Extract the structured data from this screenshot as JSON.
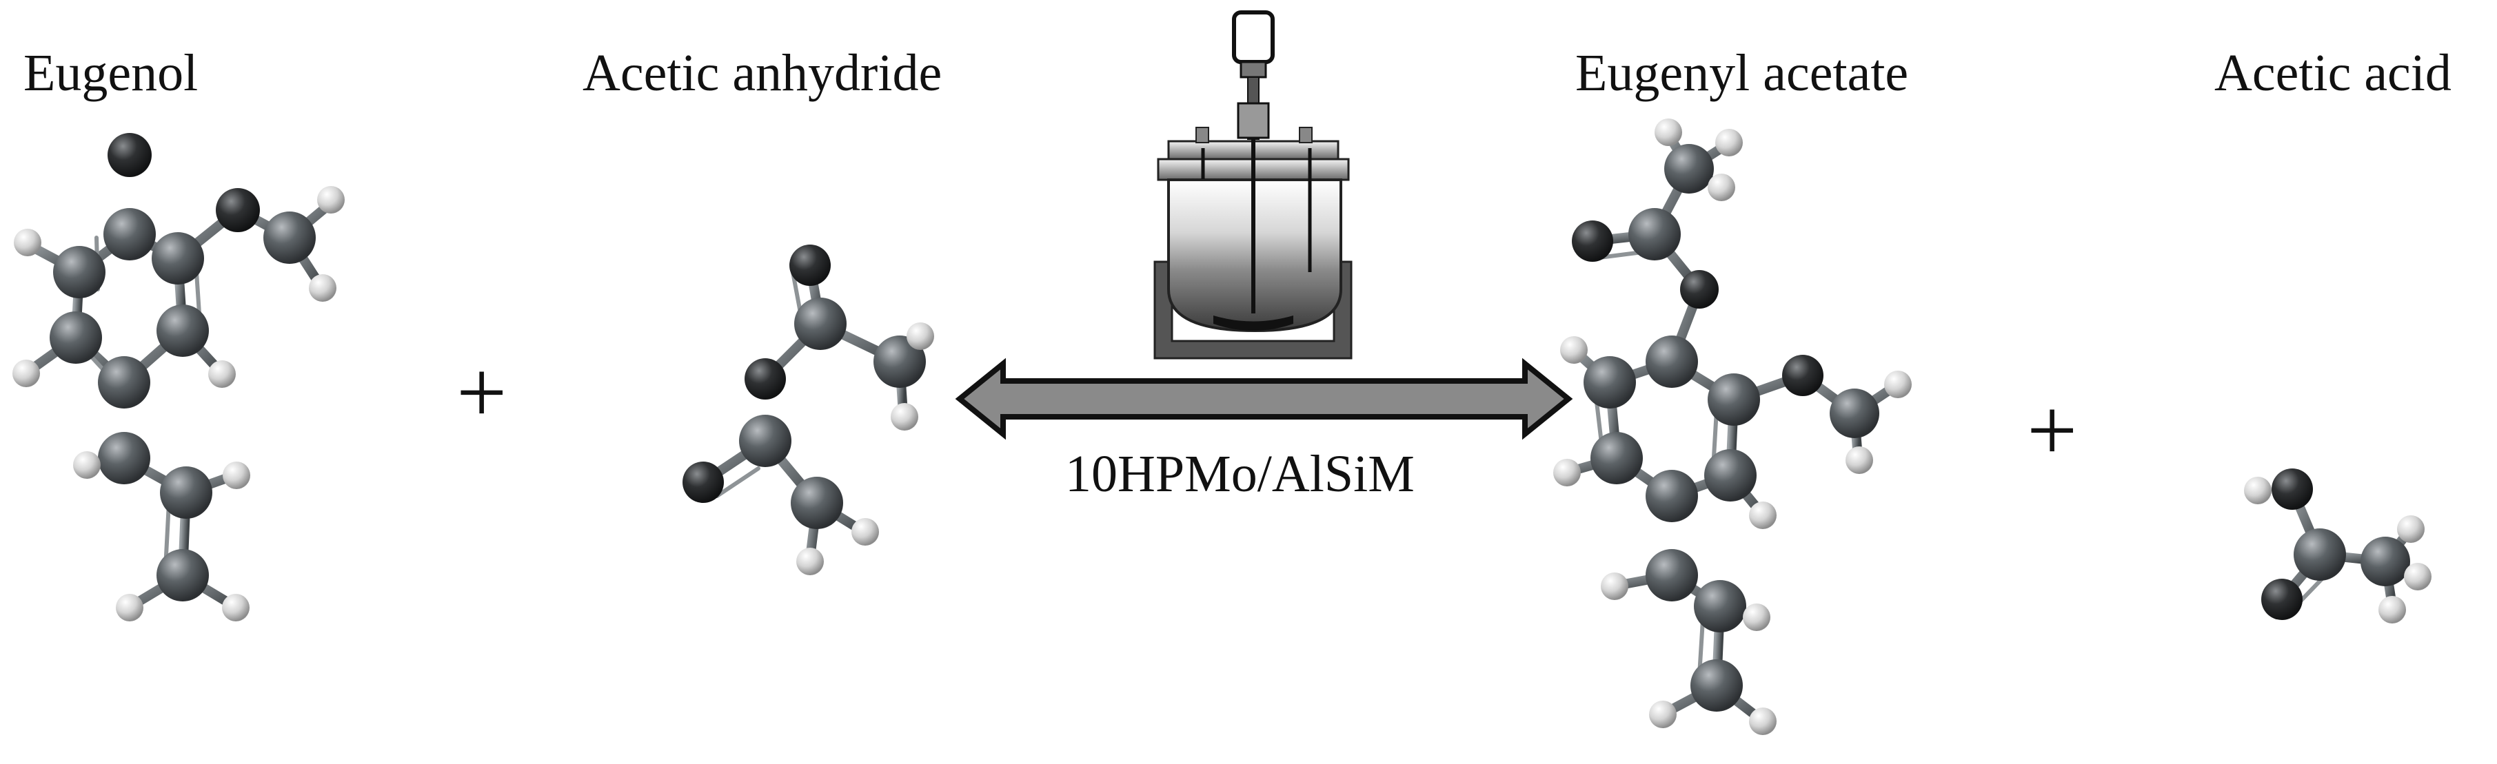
{
  "reactants": [
    {
      "name": "Eugenol"
    },
    {
      "name": "Acetic anhydride"
    }
  ],
  "products": [
    {
      "name": "Eugenyl acetate"
    },
    {
      "name": "Acetic acid"
    }
  ],
  "operators": {
    "plus_left": "+",
    "plus_right": "+"
  },
  "catalyst": "10HPMo/AlSiM",
  "arrow": {
    "type": "equilibrium-double-headed",
    "fill_color": "#8a8a8a"
  },
  "atom_colors": {
    "carbon": "#555a5e",
    "oxygen": "#2a2c2e",
    "hydrogen": "#d8d8d8"
  },
  "icons": {
    "reactor": "jacketed-batch-reactor-icon"
  }
}
